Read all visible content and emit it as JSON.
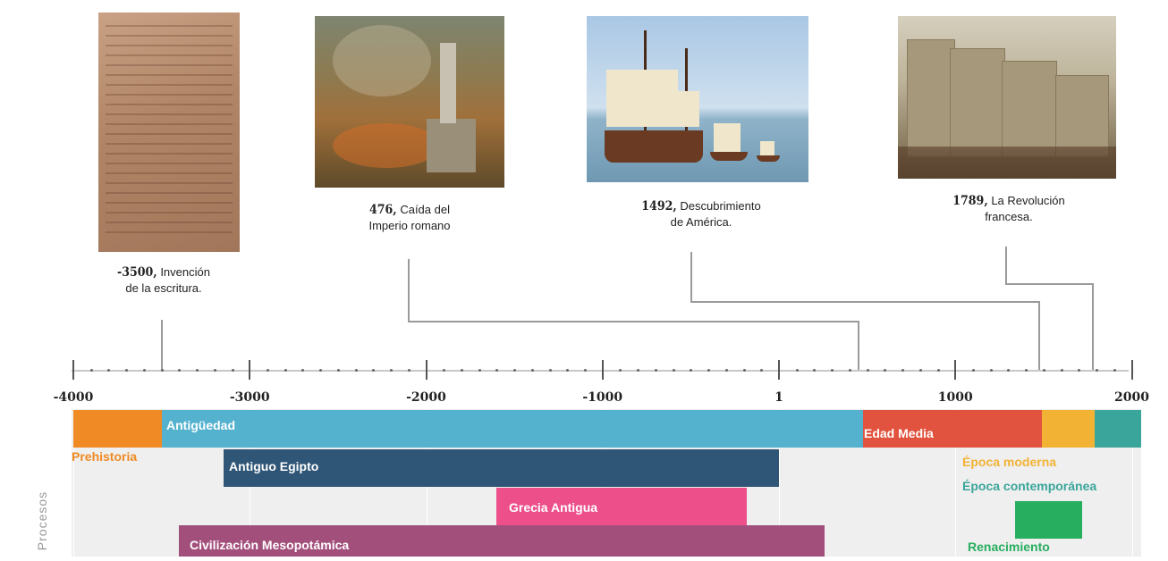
{
  "events": [
    {
      "year": "-3500,",
      "text_line1": "Invención",
      "text_line2": "de la escritura.",
      "image": "clay-tablet-image"
    },
    {
      "year": "476,",
      "text_line1": "Caída del",
      "text_line2": "Imperio romano",
      "image": "fall-of-rome-painting"
    },
    {
      "year": "1492,",
      "text_line1": "Descubrimiento",
      "text_line2": "de América.",
      "image": "caravels-image"
    },
    {
      "year": "1789,",
      "text_line1": "La Revolución",
      "text_line2": "francesa.",
      "image": "storming-bastille-painting"
    }
  ],
  "axis": {
    "ticks": [
      "-4000",
      "-3000",
      "-2000",
      "-1000",
      "1",
      "1000",
      "2000"
    ]
  },
  "side_label": "Procesos",
  "chart_data": {
    "type": "timeline",
    "x_range": [
      -4000,
      2100
    ],
    "periods": [
      {
        "name": "Prehistoria",
        "start": -4000,
        "end": -3500,
        "color": "#f08a24"
      },
      {
        "name": "Antigüedad",
        "start": -3500,
        "end": 476,
        "color": "#55b2cf"
      },
      {
        "name": "Edad Media",
        "start": 476,
        "end": 1492,
        "color": "#e2533f"
      },
      {
        "name": "Época moderna",
        "start": 1492,
        "end": 1789,
        "color": "#f2b335"
      },
      {
        "name": "Época contemporánea",
        "start": 1789,
        "end": 2060,
        "color": "#3aa59b"
      }
    ],
    "processes": [
      {
        "name": "Antiguo Egipto",
        "start": -3150,
        "end": 1,
        "color": "#2f5677"
      },
      {
        "name": "Grecia Antigua",
        "start": -1600,
        "end": -180,
        "color": "#ec4f8a"
      },
      {
        "name": "Civilización Mesopotámica",
        "start": -3400,
        "end": 260,
        "color": "#a34f7c"
      },
      {
        "name": "Renacimiento",
        "start": 1340,
        "end": 1720,
        "color": "#27ae5f"
      }
    ],
    "labels": {
      "prehistoria": "Prehistoria",
      "antiguedad": "Antigüedad",
      "edad_media": "Edad Media",
      "epoca_moderna": "Época moderna",
      "epoca_contemporanea": "Época contemporánea",
      "antiguo_egipto": "Antiguo Egipto",
      "grecia_antigua": "Grecia Antigua",
      "civilizacion_mesopotamica": "Civilización Mesopotámica",
      "renacimiento": "Renacimiento"
    },
    "label_colors": {
      "epoca_moderna": "#f2b335",
      "epoca_contemporanea": "#3aa59b",
      "renacimiento": "#27ae5f",
      "prehistoria": "#f08a24"
    }
  }
}
